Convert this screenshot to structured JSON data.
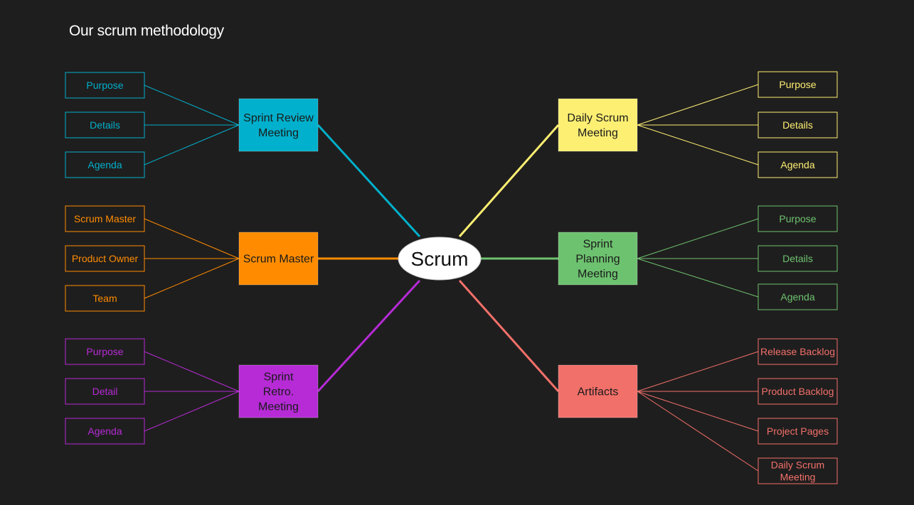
{
  "page": {
    "title": "Our scrum methodology"
  },
  "center": {
    "label": "Scrum"
  },
  "branches": [
    {
      "id": "sprint-review-meeting",
      "label": "Sprint Review\nMeeting",
      "color": "#00b0cc",
      "text_color": "#1a1a1a",
      "side": "left",
      "children": [
        "Purpose",
        "Details",
        "Agenda"
      ]
    },
    {
      "id": "scrum-master",
      "label": "Scrum Master",
      "color": "#ff8c00",
      "text_color": "#1a1a1a",
      "side": "left",
      "children": [
        "Scrum Master",
        "Product Owner",
        "Team"
      ]
    },
    {
      "id": "sprint-retro-meeting",
      "label": "Sprint\nRetro.\nMeeting",
      "color": "#b62bd6",
      "text_color": "#1a1a1a",
      "side": "left",
      "children": [
        "Purpose",
        "Detail",
        "Agenda"
      ]
    },
    {
      "id": "daily-scrum-meeting",
      "label": "Daily Scrum\nMeeting",
      "color": "#fdef72",
      "text_color": "#1a1a1a",
      "side": "right",
      "children": [
        "Purpose",
        "Details",
        "Agenda"
      ]
    },
    {
      "id": "sprint-planning-meeting",
      "label": "Sprint\nPlanning\nMeeting",
      "color": "#6dc26f",
      "text_color": "#1a1a1a",
      "side": "right",
      "children": [
        "Purpose",
        "Details",
        "Agenda"
      ]
    },
    {
      "id": "artifacts",
      "label": "Artifacts",
      "color": "#f2706a",
      "text_color": "#1a1a1a",
      "side": "right",
      "children": [
        "Release Backlog",
        "Product Backlog",
        "Project Pages",
        "Daily Scrum\nMeeting"
      ]
    }
  ]
}
